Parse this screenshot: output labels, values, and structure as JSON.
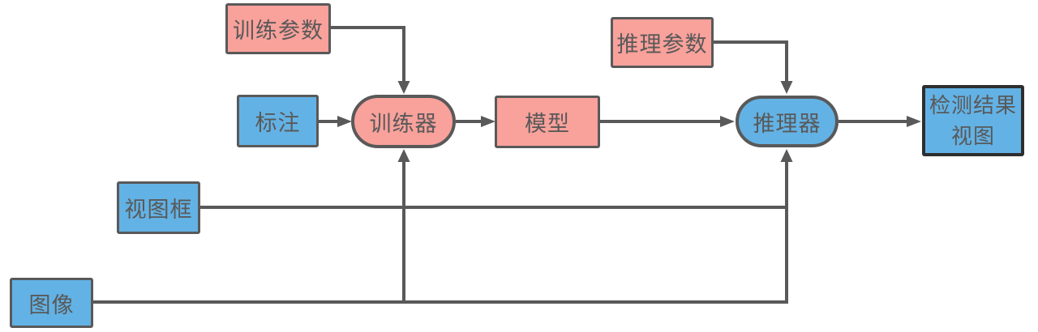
{
  "theme": {
    "background": "#ffffff",
    "pink": "#f9a19b",
    "blue": "#63b2e5",
    "border": "#595959",
    "border_dark": "#2e2e2e",
    "line": "#595959",
    "text": "#595959"
  },
  "nodes": {
    "train_params": {
      "label": "训练参数",
      "shape": "rect",
      "fill": "pink"
    },
    "annotation": {
      "label": "标注",
      "shape": "rect",
      "fill": "blue"
    },
    "trainer": {
      "label": "训练器",
      "shape": "stadium",
      "fill": "pink"
    },
    "model": {
      "label": "模型",
      "shape": "rect",
      "fill": "pink"
    },
    "infer_params": {
      "label": "推理参数",
      "shape": "rect",
      "fill": "pink"
    },
    "inferencer": {
      "label": "推理器",
      "shape": "stadium",
      "fill": "blue"
    },
    "result_view": {
      "label_line1": "检测结果",
      "label_line2": "视图",
      "shape": "rect",
      "fill": "blue"
    },
    "view_frame": {
      "label": "视图框",
      "shape": "rect",
      "fill": "blue"
    },
    "image": {
      "label": "图像",
      "shape": "rect",
      "fill": "blue"
    }
  },
  "edges": [
    {
      "from": "训练参数",
      "to": "训练器",
      "into": "top"
    },
    {
      "from": "标注",
      "to": "训练器",
      "into": "left"
    },
    {
      "from": "训练器",
      "to": "模型",
      "into": "left"
    },
    {
      "from": "模型",
      "to": "推理器",
      "into": "left"
    },
    {
      "from": "推理参数",
      "to": "推理器",
      "into": "top"
    },
    {
      "from": "推理器",
      "to": "检测结果视图",
      "into": "left"
    },
    {
      "from": "视图框",
      "to": "推理器",
      "into": "bottom",
      "note": "joins vertical trunk"
    },
    {
      "from": "图像",
      "to": "训练器",
      "into": "bottom"
    },
    {
      "from": "图像",
      "to": "推理器",
      "into": "bottom"
    }
  ]
}
